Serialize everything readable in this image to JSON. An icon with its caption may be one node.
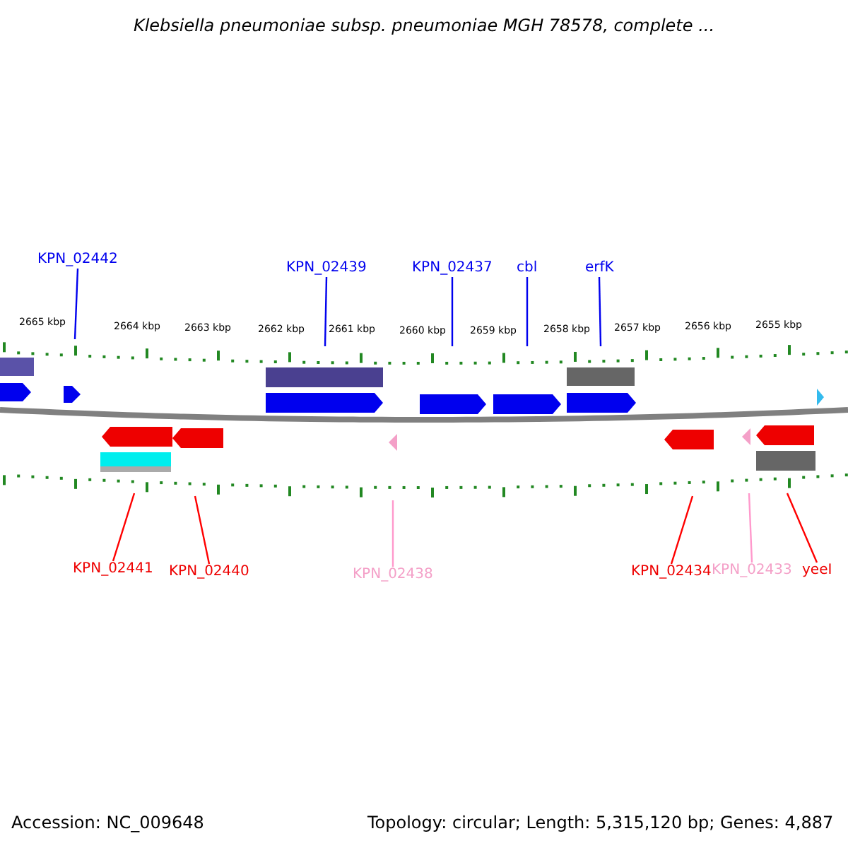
{
  "diagram": {
    "title": "Klebsiella pneumoniae subsp. pneumoniae MGH 78578, complete ...",
    "nodes": [
      {
        "text": [
          "KPN_02442"
        ]
      },
      {
        "text": [
          "KPN_02439"
        ]
      },
      {
        "text": [
          "KPN_02437"
        ]
      },
      {
        "text": [
          "cbl"
        ]
      },
      {
        "text": [
          "erfK"
        ]
      },
      {
        "text": [
          "KPN_02441"
        ]
      },
      {
        "text": [
          "KPN_02440"
        ]
      },
      {
        "text": [
          "KPN_02438"
        ]
      },
      {
        "text": [
          "KPN_02434"
        ]
      },
      {
        "text": [
          "KPN_02433"
        ]
      },
      {
        "text": [
          "yeeI"
        ]
      },
      {
        "text": [],
        "shape": "picture"
      }
    ],
    "edges": [
      {
        "from": 0,
        "to": 11,
        "arrow": "none"
      },
      {
        "from": 1,
        "to": 11,
        "arrow": "none"
      },
      {
        "from": 2,
        "to": 11,
        "arrow": "none"
      },
      {
        "from": 3,
        "to": 11,
        "arrow": "none"
      },
      {
        "from": 4,
        "to": 11,
        "arrow": "none"
      },
      {
        "from": 5,
        "to": 11,
        "arrow": "none",
        "color": "#ff0000"
      },
      {
        "from": 6,
        "to": 11,
        "arrow": "none",
        "color": "#ff0000"
      },
      {
        "from": 7,
        "to": 11,
        "arrow": "none",
        "color": "#ff99cc"
      },
      {
        "from": 8,
        "to": 11,
        "arrow": "none",
        "color": "#ff0000"
      },
      {
        "from": 9,
        "to": 11,
        "arrow": "none",
        "color": "#ff99cc"
      },
      {
        "from": 10,
        "to": 11,
        "arrow": "none",
        "color": "#ff0000"
      }
    ],
    "labels": [
      "2665 kbp",
      "2664 kbp",
      "2663 kbp",
      "2662 kbp",
      "2661 kbp",
      "2660 kbp",
      "2659 kbp",
      "2658 kbp",
      "2657 kbp",
      "2656 kbp",
      "2655 kbp",
      "Accession: NC_009648",
      "Topology: circular; Length: 5,315,120 bp; Genes: 4,887"
    ]
  }
}
